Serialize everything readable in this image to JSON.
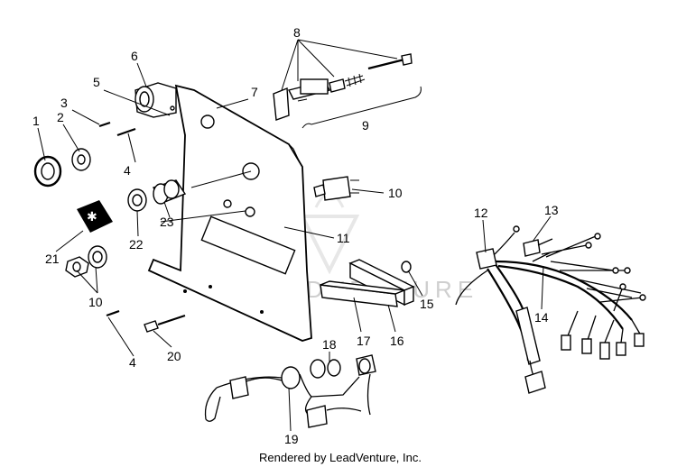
{
  "diagram": {
    "callouts": [
      "1",
      "2",
      "3",
      "4",
      "5",
      "6",
      "7",
      "8",
      "9",
      "10",
      "11",
      "12",
      "13",
      "14",
      "15",
      "16",
      "17",
      "18",
      "19",
      "20",
      "21",
      "22",
      "23",
      "10",
      "4"
    ],
    "watermark": "LEADVENTURE",
    "credit": "Rendered by LeadVenture, Inc."
  }
}
